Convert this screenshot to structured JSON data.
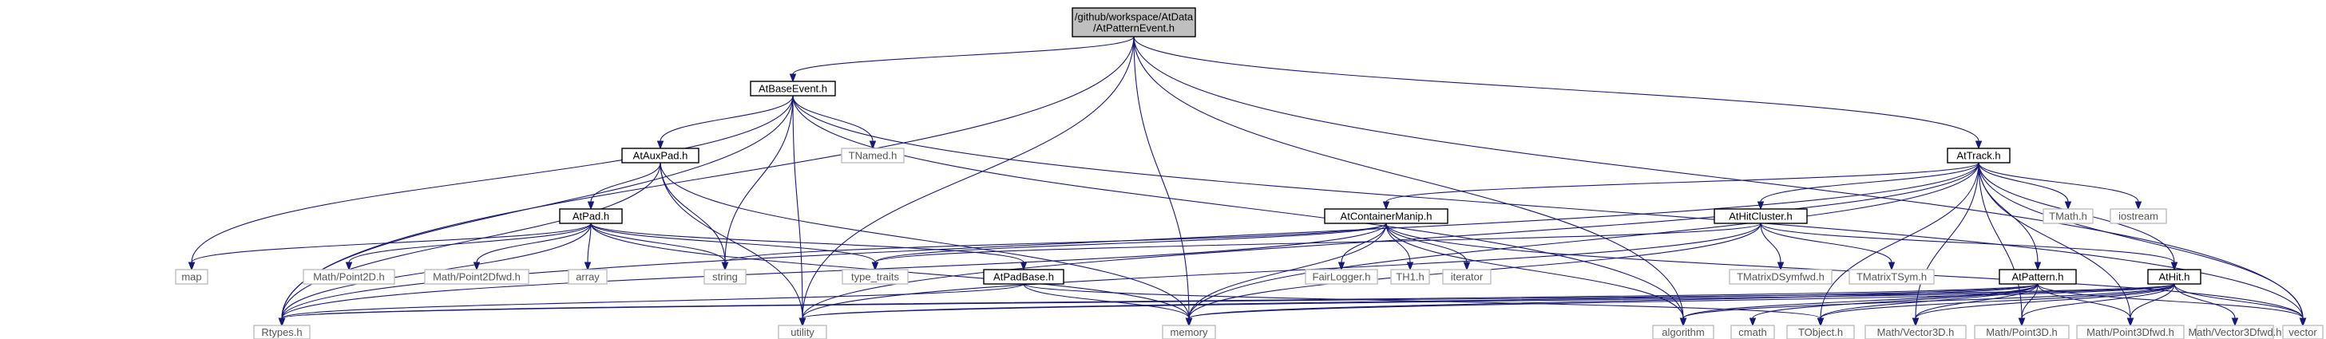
{
  "colors": {
    "edge": "#191970",
    "root_fill": "#bfbfbf",
    "node_border": "#000000",
    "external_border": "#bfbfbf"
  },
  "nodes": [
    {
      "id": "root",
      "lines": [
        "/github/workspace/AtData",
        "/AtPatternEvent.h"
      ],
      "kind": "root"
    },
    {
      "id": "baseevent",
      "lines": [
        "AtBaseEvent.h"
      ],
      "kind": "doc"
    },
    {
      "id": "track",
      "lines": [
        "AtTrack.h"
      ],
      "kind": "doc"
    },
    {
      "id": "auxpad",
      "lines": [
        "AtAuxPad.h"
      ],
      "kind": "doc"
    },
    {
      "id": "tnamed",
      "lines": [
        "TNamed.h"
      ],
      "kind": "ext"
    },
    {
      "id": "pad",
      "lines": [
        "AtPad.h"
      ],
      "kind": "doc"
    },
    {
      "id": "containermanip",
      "lines": [
        "AtContainerManip.h"
      ],
      "kind": "doc"
    },
    {
      "id": "hitcluster",
      "lines": [
        "AtHitCluster.h"
      ],
      "kind": "doc"
    },
    {
      "id": "tmath",
      "lines": [
        "TMath.h"
      ],
      "kind": "ext"
    },
    {
      "id": "iostream",
      "lines": [
        "iostream"
      ],
      "kind": "ext"
    },
    {
      "id": "map",
      "lines": [
        "map"
      ],
      "kind": "ext"
    },
    {
      "id": "point2d",
      "lines": [
        "Math/Point2D.h"
      ],
      "kind": "ext"
    },
    {
      "id": "point2dfwd",
      "lines": [
        "Math/Point2Dfwd.h"
      ],
      "kind": "ext"
    },
    {
      "id": "array",
      "lines": [
        "array"
      ],
      "kind": "ext"
    },
    {
      "id": "string",
      "lines": [
        "string"
      ],
      "kind": "ext"
    },
    {
      "id": "typetraits",
      "lines": [
        "type_traits"
      ],
      "kind": "ext"
    },
    {
      "id": "padbase",
      "lines": [
        "AtPadBase.h"
      ],
      "kind": "doc"
    },
    {
      "id": "fairlogger",
      "lines": [
        "FairLogger.h"
      ],
      "kind": "ext"
    },
    {
      "id": "th1",
      "lines": [
        "TH1.h"
      ],
      "kind": "ext"
    },
    {
      "id": "iterator",
      "lines": [
        "iterator"
      ],
      "kind": "ext"
    },
    {
      "id": "tmatrixdsymfwd",
      "lines": [
        "TMatrixDSymfwd.h"
      ],
      "kind": "ext"
    },
    {
      "id": "tmatrixtsym",
      "lines": [
        "TMatrixTSym.h"
      ],
      "kind": "ext"
    },
    {
      "id": "pattern",
      "lines": [
        "AtPattern.h"
      ],
      "kind": "doc"
    },
    {
      "id": "hit",
      "lines": [
        "AtHit.h"
      ],
      "kind": "doc"
    },
    {
      "id": "rtypes",
      "lines": [
        "Rtypes.h"
      ],
      "kind": "ext"
    },
    {
      "id": "utility",
      "lines": [
        "utility"
      ],
      "kind": "ext"
    },
    {
      "id": "memory",
      "lines": [
        "memory"
      ],
      "kind": "ext"
    },
    {
      "id": "algorithm",
      "lines": [
        "algorithm"
      ],
      "kind": "ext"
    },
    {
      "id": "cmath",
      "lines": [
        "cmath"
      ],
      "kind": "ext"
    },
    {
      "id": "tobject",
      "lines": [
        "TObject.h"
      ],
      "kind": "ext"
    },
    {
      "id": "vector3d",
      "lines": [
        "Math/Vector3D.h"
      ],
      "kind": "ext"
    },
    {
      "id": "point3d",
      "lines": [
        "Math/Point3D.h"
      ],
      "kind": "ext"
    },
    {
      "id": "point3dfwd",
      "lines": [
        "Math/Point3Dfwd.h"
      ],
      "kind": "ext"
    },
    {
      "id": "vector3dfwd",
      "lines": [
        "Math/Vector3Dfwd.h"
      ],
      "kind": "ext"
    },
    {
      "id": "vector",
      "lines": [
        "vector"
      ],
      "kind": "ext"
    }
  ],
  "edges": [
    [
      "root",
      "baseevent"
    ],
    [
      "root",
      "track"
    ],
    [
      "root",
      "rtypes"
    ],
    [
      "root",
      "memory"
    ],
    [
      "root",
      "algorithm"
    ],
    [
      "root",
      "vector"
    ],
    [
      "root",
      "utility"
    ],
    [
      "baseevent",
      "auxpad"
    ],
    [
      "baseevent",
      "tnamed"
    ],
    [
      "baseevent",
      "map"
    ],
    [
      "baseevent",
      "string"
    ],
    [
      "baseevent",
      "utility"
    ],
    [
      "baseevent",
      "rtypes"
    ],
    [
      "baseevent",
      "algorithm"
    ],
    [
      "baseevent",
      "vector"
    ],
    [
      "auxpad",
      "pad"
    ],
    [
      "auxpad",
      "string"
    ],
    [
      "auxpad",
      "rtypes"
    ],
    [
      "auxpad",
      "memory"
    ],
    [
      "auxpad",
      "utility"
    ],
    [
      "pad",
      "map"
    ],
    [
      "pad",
      "point2d"
    ],
    [
      "pad",
      "point2dfwd"
    ],
    [
      "pad",
      "array"
    ],
    [
      "pad",
      "string"
    ],
    [
      "pad",
      "typetraits"
    ],
    [
      "pad",
      "padbase"
    ],
    [
      "pad",
      "rtypes"
    ],
    [
      "pad",
      "memory"
    ],
    [
      "padbase",
      "rtypes"
    ],
    [
      "padbase",
      "memory"
    ],
    [
      "padbase",
      "tobject"
    ],
    [
      "track",
      "containermanip"
    ],
    [
      "track",
      "hitcluster"
    ],
    [
      "track",
      "pattern"
    ],
    [
      "track",
      "hit"
    ],
    [
      "track",
      "tmath"
    ],
    [
      "track",
      "iostream"
    ],
    [
      "track",
      "vector"
    ],
    [
      "track",
      "rtypes"
    ],
    [
      "track",
      "memory"
    ],
    [
      "track",
      "utility"
    ],
    [
      "track",
      "tobject"
    ],
    [
      "track",
      "point3d"
    ],
    [
      "track",
      "point3dfwd"
    ],
    [
      "track",
      "vector3d"
    ],
    [
      "containermanip",
      "fairlogger"
    ],
    [
      "containermanip",
      "th1"
    ],
    [
      "containermanip",
      "iterator"
    ],
    [
      "containermanip",
      "typetraits"
    ],
    [
      "containermanip",
      "memory"
    ],
    [
      "containermanip",
      "algorithm"
    ],
    [
      "containermanip",
      "vector"
    ],
    [
      "containermanip",
      "string"
    ],
    [
      "containermanip",
      "rtypes"
    ],
    [
      "hitcluster",
      "hit"
    ],
    [
      "hitcluster",
      "tmatrixdsymfwd"
    ],
    [
      "hitcluster",
      "tmatrixtsym"
    ],
    [
      "hitcluster",
      "memory"
    ],
    [
      "hitcluster",
      "utility"
    ],
    [
      "hitcluster",
      "typetraits"
    ],
    [
      "pattern",
      "rtypes"
    ],
    [
      "pattern",
      "memory"
    ],
    [
      "pattern",
      "algorithm"
    ],
    [
      "pattern",
      "cmath"
    ],
    [
      "pattern",
      "tobject"
    ],
    [
      "pattern",
      "vector3d"
    ],
    [
      "pattern",
      "point3d"
    ],
    [
      "pattern",
      "point3dfwd"
    ],
    [
      "pattern",
      "vector"
    ],
    [
      "pattern",
      "utility"
    ],
    [
      "hit",
      "rtypes"
    ],
    [
      "hit",
      "memory"
    ],
    [
      "hit",
      "utility"
    ],
    [
      "hit",
      "algorithm"
    ],
    [
      "hit",
      "tobject"
    ],
    [
      "hit",
      "vector3d"
    ],
    [
      "hit",
      "point3d"
    ],
    [
      "hit",
      "point3dfwd"
    ],
    [
      "hit",
      "vector3dfwd"
    ],
    [
      "hit",
      "vector"
    ]
  ]
}
